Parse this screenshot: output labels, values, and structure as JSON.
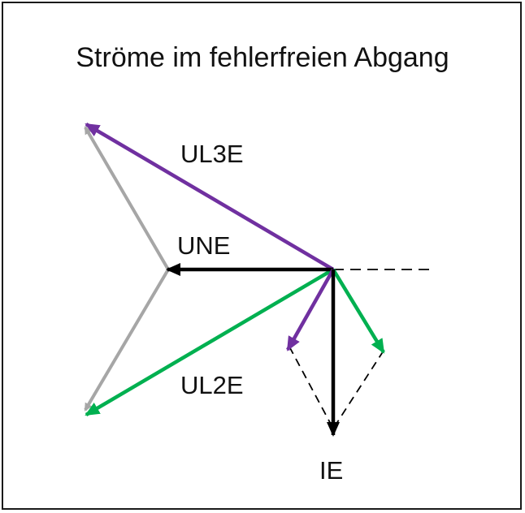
{
  "title": "Ströme im fehlerfreien Abgang",
  "labels": {
    "ul3e": "UL3E",
    "une": "UNE",
    "ul2e": "UL2E",
    "ie": "IE"
  },
  "colors": {
    "purple": "#7030a0",
    "green": "#00b050",
    "gray": "#a6a6a6",
    "black": "#000000"
  }
}
